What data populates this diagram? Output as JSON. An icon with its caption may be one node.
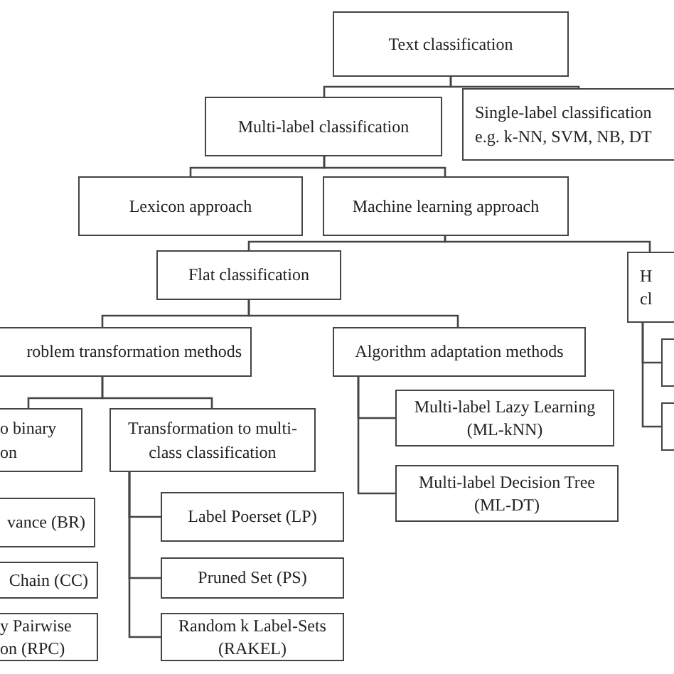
{
  "diagram": {
    "nodes": [
      {
        "text": [
          "Text classification"
        ]
      },
      {
        "text": [
          "Multi-label classification"
        ]
      },
      {
        "text": [
          "Single-label classification",
          "e.g. k-NN, SVM, NB, DT"
        ]
      },
      {
        "text": [
          "Lexicon approach"
        ]
      },
      {
        "text": [
          "Machine learning approach"
        ]
      },
      {
        "text": [
          "Flat classification"
        ]
      },
      {
        "text": [
          "H",
          "cl"
        ]
      },
      {
        "text": [
          "roblem transformation methods"
        ]
      },
      {
        "text": [
          "Algorithm adaptation methods"
        ]
      },
      {
        "text": [
          "o binary on"
        ]
      },
      {
        "text": [
          "Transformation to multi-class classification"
        ]
      },
      {
        "text": [
          "Multi-label Lazy Learning (ML-kNN)"
        ]
      },
      {
        "text": [
          "Multi-label Decision Tree (ML-DT)"
        ]
      },
      {
        "text": [
          "vance (BR)"
        ]
      },
      {
        "text": [
          "Chain (CC)"
        ]
      },
      {
        "text": [
          "y Pairwise on (RPC)"
        ]
      },
      {
        "text": [
          "Label Poerset (LP)"
        ]
      },
      {
        "text": [
          "Pruned Set (PS)"
        ]
      },
      {
        "text": [
          "Random k Label-Sets (RAKEL)"
        ]
      },
      {
        "text": [],
        "shape": "box"
      },
      {
        "text": [],
        "shape": "box"
      }
    ],
    "edges": [
      {
        "from": 0,
        "to": 1,
        "arrow": "none"
      },
      {
        "from": 0,
        "to": 2,
        "arrow": "none"
      },
      {
        "from": 1,
        "to": 3,
        "arrow": "none"
      },
      {
        "from": 1,
        "to": 4,
        "arrow": "none"
      },
      {
        "from": 4,
        "to": 5,
        "arrow": "none"
      },
      {
        "from": 4,
        "to": 6,
        "arrow": "none"
      },
      {
        "from": 5,
        "to": 7,
        "arrow": "none"
      },
      {
        "from": 5,
        "to": 8,
        "arrow": "none"
      },
      {
        "from": 7,
        "to": 9,
        "arrow": "none"
      },
      {
        "from": 7,
        "to": 10,
        "arrow": "none"
      },
      {
        "from": 8,
        "to": 11,
        "arrow": "none"
      },
      {
        "from": 8,
        "to": 12,
        "arrow": "none"
      },
      {
        "from": 10,
        "to": 16,
        "arrow": "none"
      },
      {
        "from": 10,
        "to": 17,
        "arrow": "none"
      },
      {
        "from": 10,
        "to": 18,
        "arrow": "none"
      },
      {
        "from": 6,
        "to": 19,
        "arrow": "none"
      },
      {
        "from": 6,
        "to": 20,
        "arrow": "none"
      }
    ]
  }
}
